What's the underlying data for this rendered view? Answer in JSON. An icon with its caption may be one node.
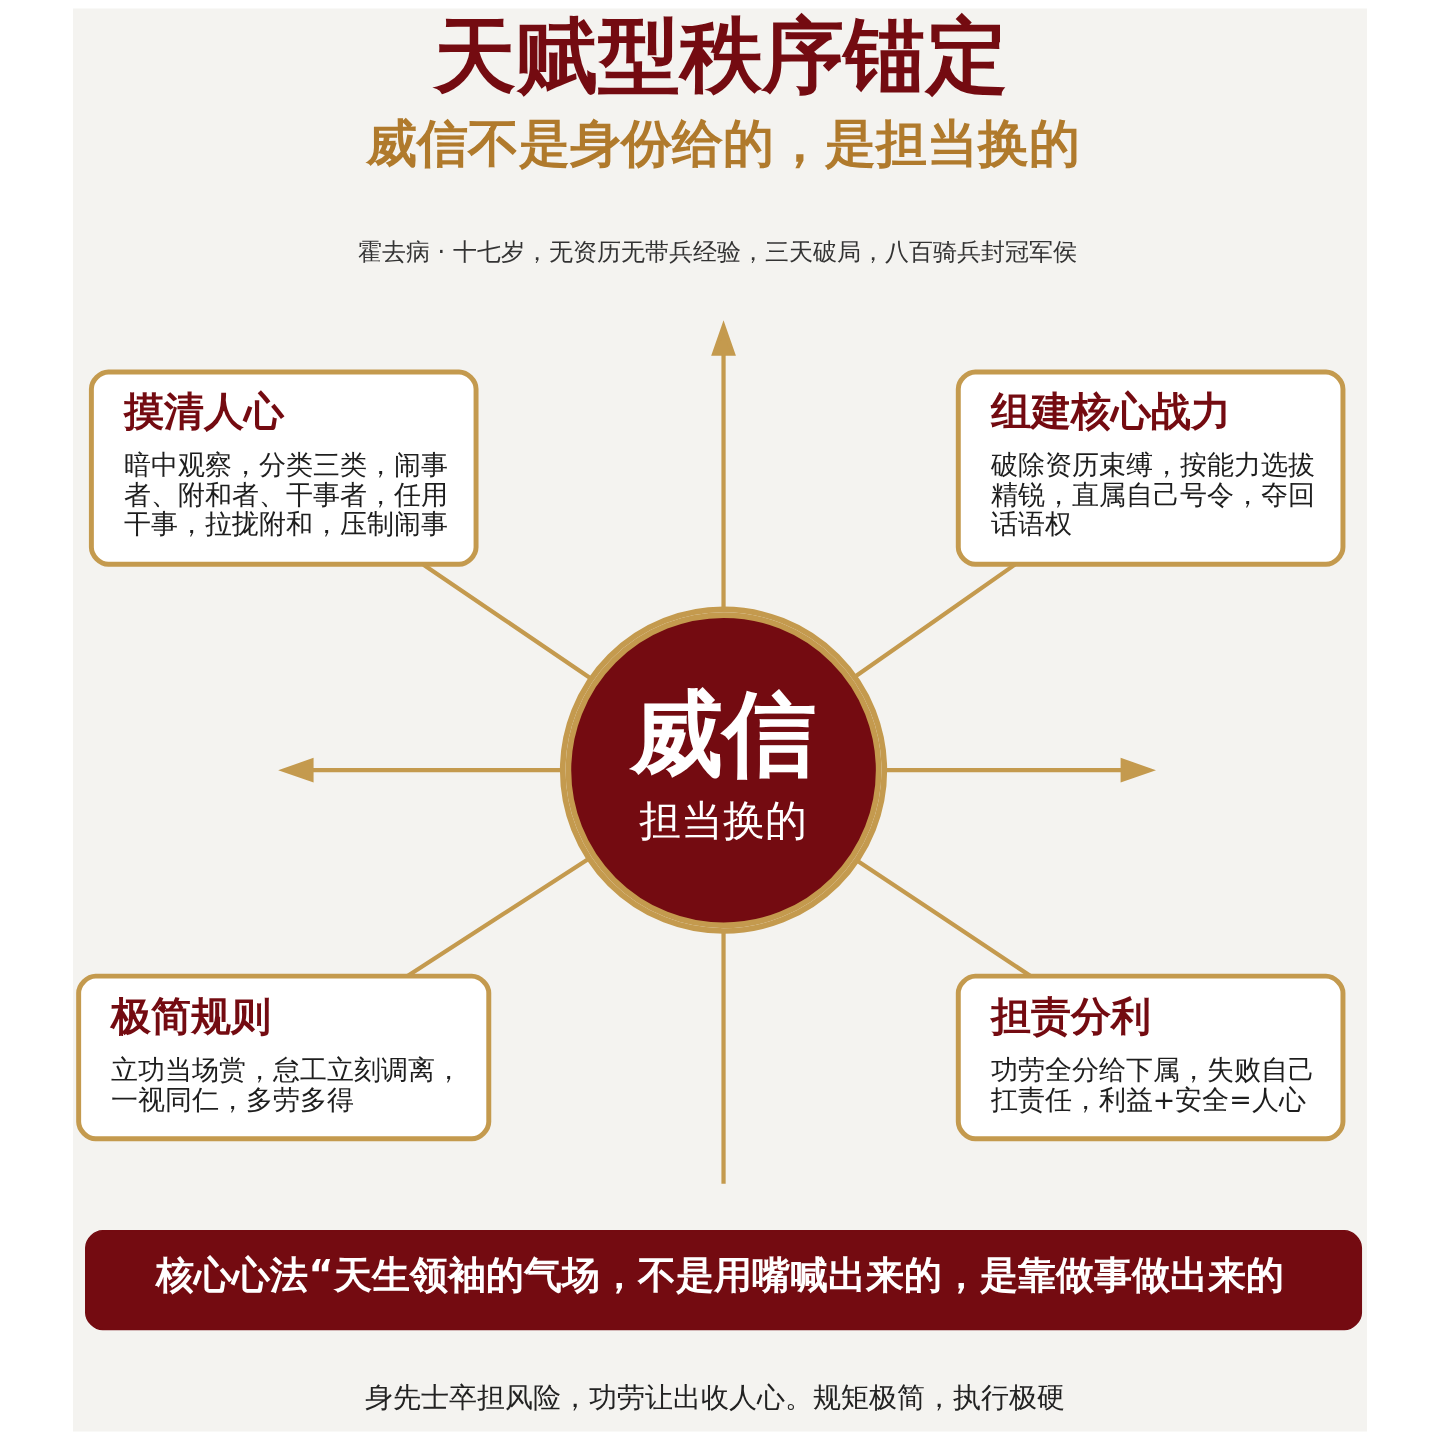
{
  "diagram": {
    "title": "天赋型秩序锚定",
    "nodes": [
      {
        "text": [
          "摸清人心",
          "暗中观察，分类三类，闹事者、附和者、干事者，任用干事，拉拢附和，压制闹事"
        ]
      },
      {
        "text": [
          "组建核心战力",
          "破除资历束缚，按能力选拔精锐，直属自己号令，夺回话语权"
        ]
      },
      {
        "text": [
          "威信",
          "担当换的"
        ]
      },
      {
        "text": [
          "极简规则",
          "立功当场赏，怠工立刻调离，一视同仁，多劳多得"
        ]
      },
      {
        "text": [
          "担责分利",
          "功劳全分给下属，失败自己扛责任，利益+安全=人心"
        ]
      },
      {
        "text": [
          "核心心法“天生领袖的气场，不是用嘴喊出来的，是靠做事做出来的"
        ]
      }
    ],
    "edges": [
      {
        "from": 2,
        "to": null,
        "arrow": "to"
      },
      {
        "from": 2,
        "to": null,
        "arrow": "none"
      },
      {
        "from": 2,
        "to": null,
        "arrow": "to"
      },
      {
        "from": 2,
        "to": null,
        "arrow": "to"
      },
      {
        "from": 2,
        "to": 0,
        "arrow": "none"
      },
      {
        "from": 2,
        "to": 1,
        "arrow": "none"
      },
      {
        "from": 2,
        "to": 3,
        "arrow": "none"
      },
      {
        "from": 2,
        "to": 4,
        "arrow": "none"
      }
    ],
    "labels": [
      "威信不是身份给的，是担当换的",
      "霍去病 · 十七岁，无资历无带兵经验，三天破局，八百骑兵封冠军侯",
      "身先士卒担风险，功劳让出收人心。规矩极简，执行极硬"
    ]
  }
}
